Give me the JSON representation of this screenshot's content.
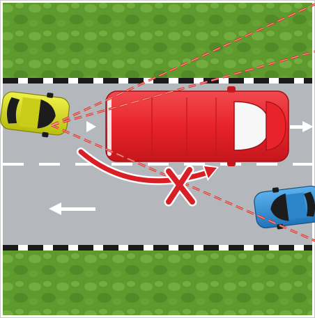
{
  "scene": {
    "description_free": true,
    "colors": {
      "grass": "#5f9a2e",
      "grass_light": "#7db546",
      "road": "#b9bcc0",
      "lane_marking": "#ffffff",
      "edge_dash_dark": "#1a1a1a",
      "sight_line": "#d9342b",
      "truck": "#e8232a",
      "car_left": "#d4d81f",
      "car_right": "#2d8fd6",
      "danger_arc": "#d91f26"
    },
    "icons": [
      "direction-arrow-right",
      "direction-arrow-left",
      "danger-x-mark",
      "overtake-arc-arrow"
    ],
    "lanes": {
      "top_lane_direction": "right",
      "bottom_lane_direction": "left"
    },
    "vehicles": [
      {
        "name": "yellow-car",
        "lane": "top",
        "heading": "right"
      },
      {
        "name": "red-van",
        "lane": "top",
        "heading": "right"
      },
      {
        "name": "blue-car",
        "lane": "bottom",
        "heading": "left"
      }
    ],
    "blocked_manoeuvre": "overtake"
  }
}
